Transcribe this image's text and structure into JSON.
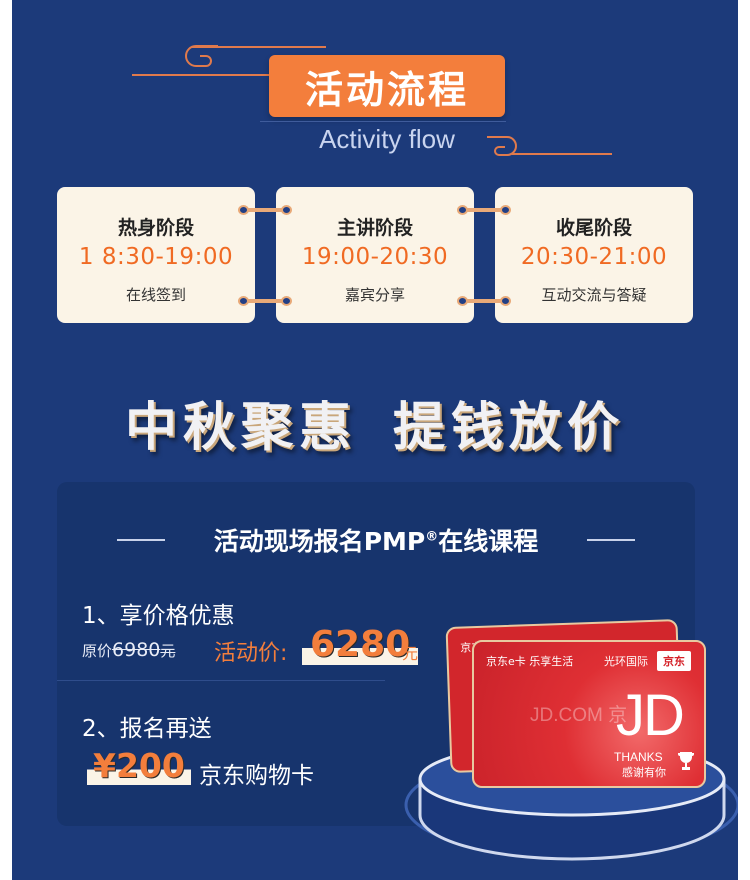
{
  "header": {
    "title": "活动流程",
    "subtitle": "Activity flow"
  },
  "stages": [
    {
      "name": "热身阶段",
      "time": "1 8:30-19:00",
      "desc": "在线签到"
    },
    {
      "name": "主讲阶段",
      "time": "19:00-20:30",
      "desc": "嘉宾分享"
    },
    {
      "name": "收尾阶段",
      "time": "20:30-21:00",
      "desc": "互动交流与答疑"
    }
  ],
  "slogan": {
    "left": "中秋聚惠",
    "right": "提钱放价"
  },
  "promo": {
    "title_main": "活动现场报名PMP",
    "title_mark": "®",
    "title_tail": "在线课程",
    "item1_heading": "1、享价格优惠",
    "orig_label": "原价",
    "orig_price": "6980",
    "orig_unit": "元",
    "activity_label": "活动价:",
    "activity_price": "6280",
    "activity_unit": "元",
    "item2_heading": "2、报名再送",
    "gift_amount": "¥200",
    "gift_name": "京东购物卡"
  },
  "gift_card": {
    "top_left": "京东e卡 乐享生活",
    "partner": "光环国际",
    "brand": "京东",
    "letters": "JD",
    "url": "JD.COM 京",
    "thanks": "THANKS",
    "thanks_cn": "感谢有你",
    "back_label": "京东"
  },
  "colors": {
    "background": "#1c3a7a",
    "accent": "#f37e3c",
    "card_bg": "#fbf4e7",
    "panel_bg": "#17346d",
    "jd_red": "#d52128"
  }
}
